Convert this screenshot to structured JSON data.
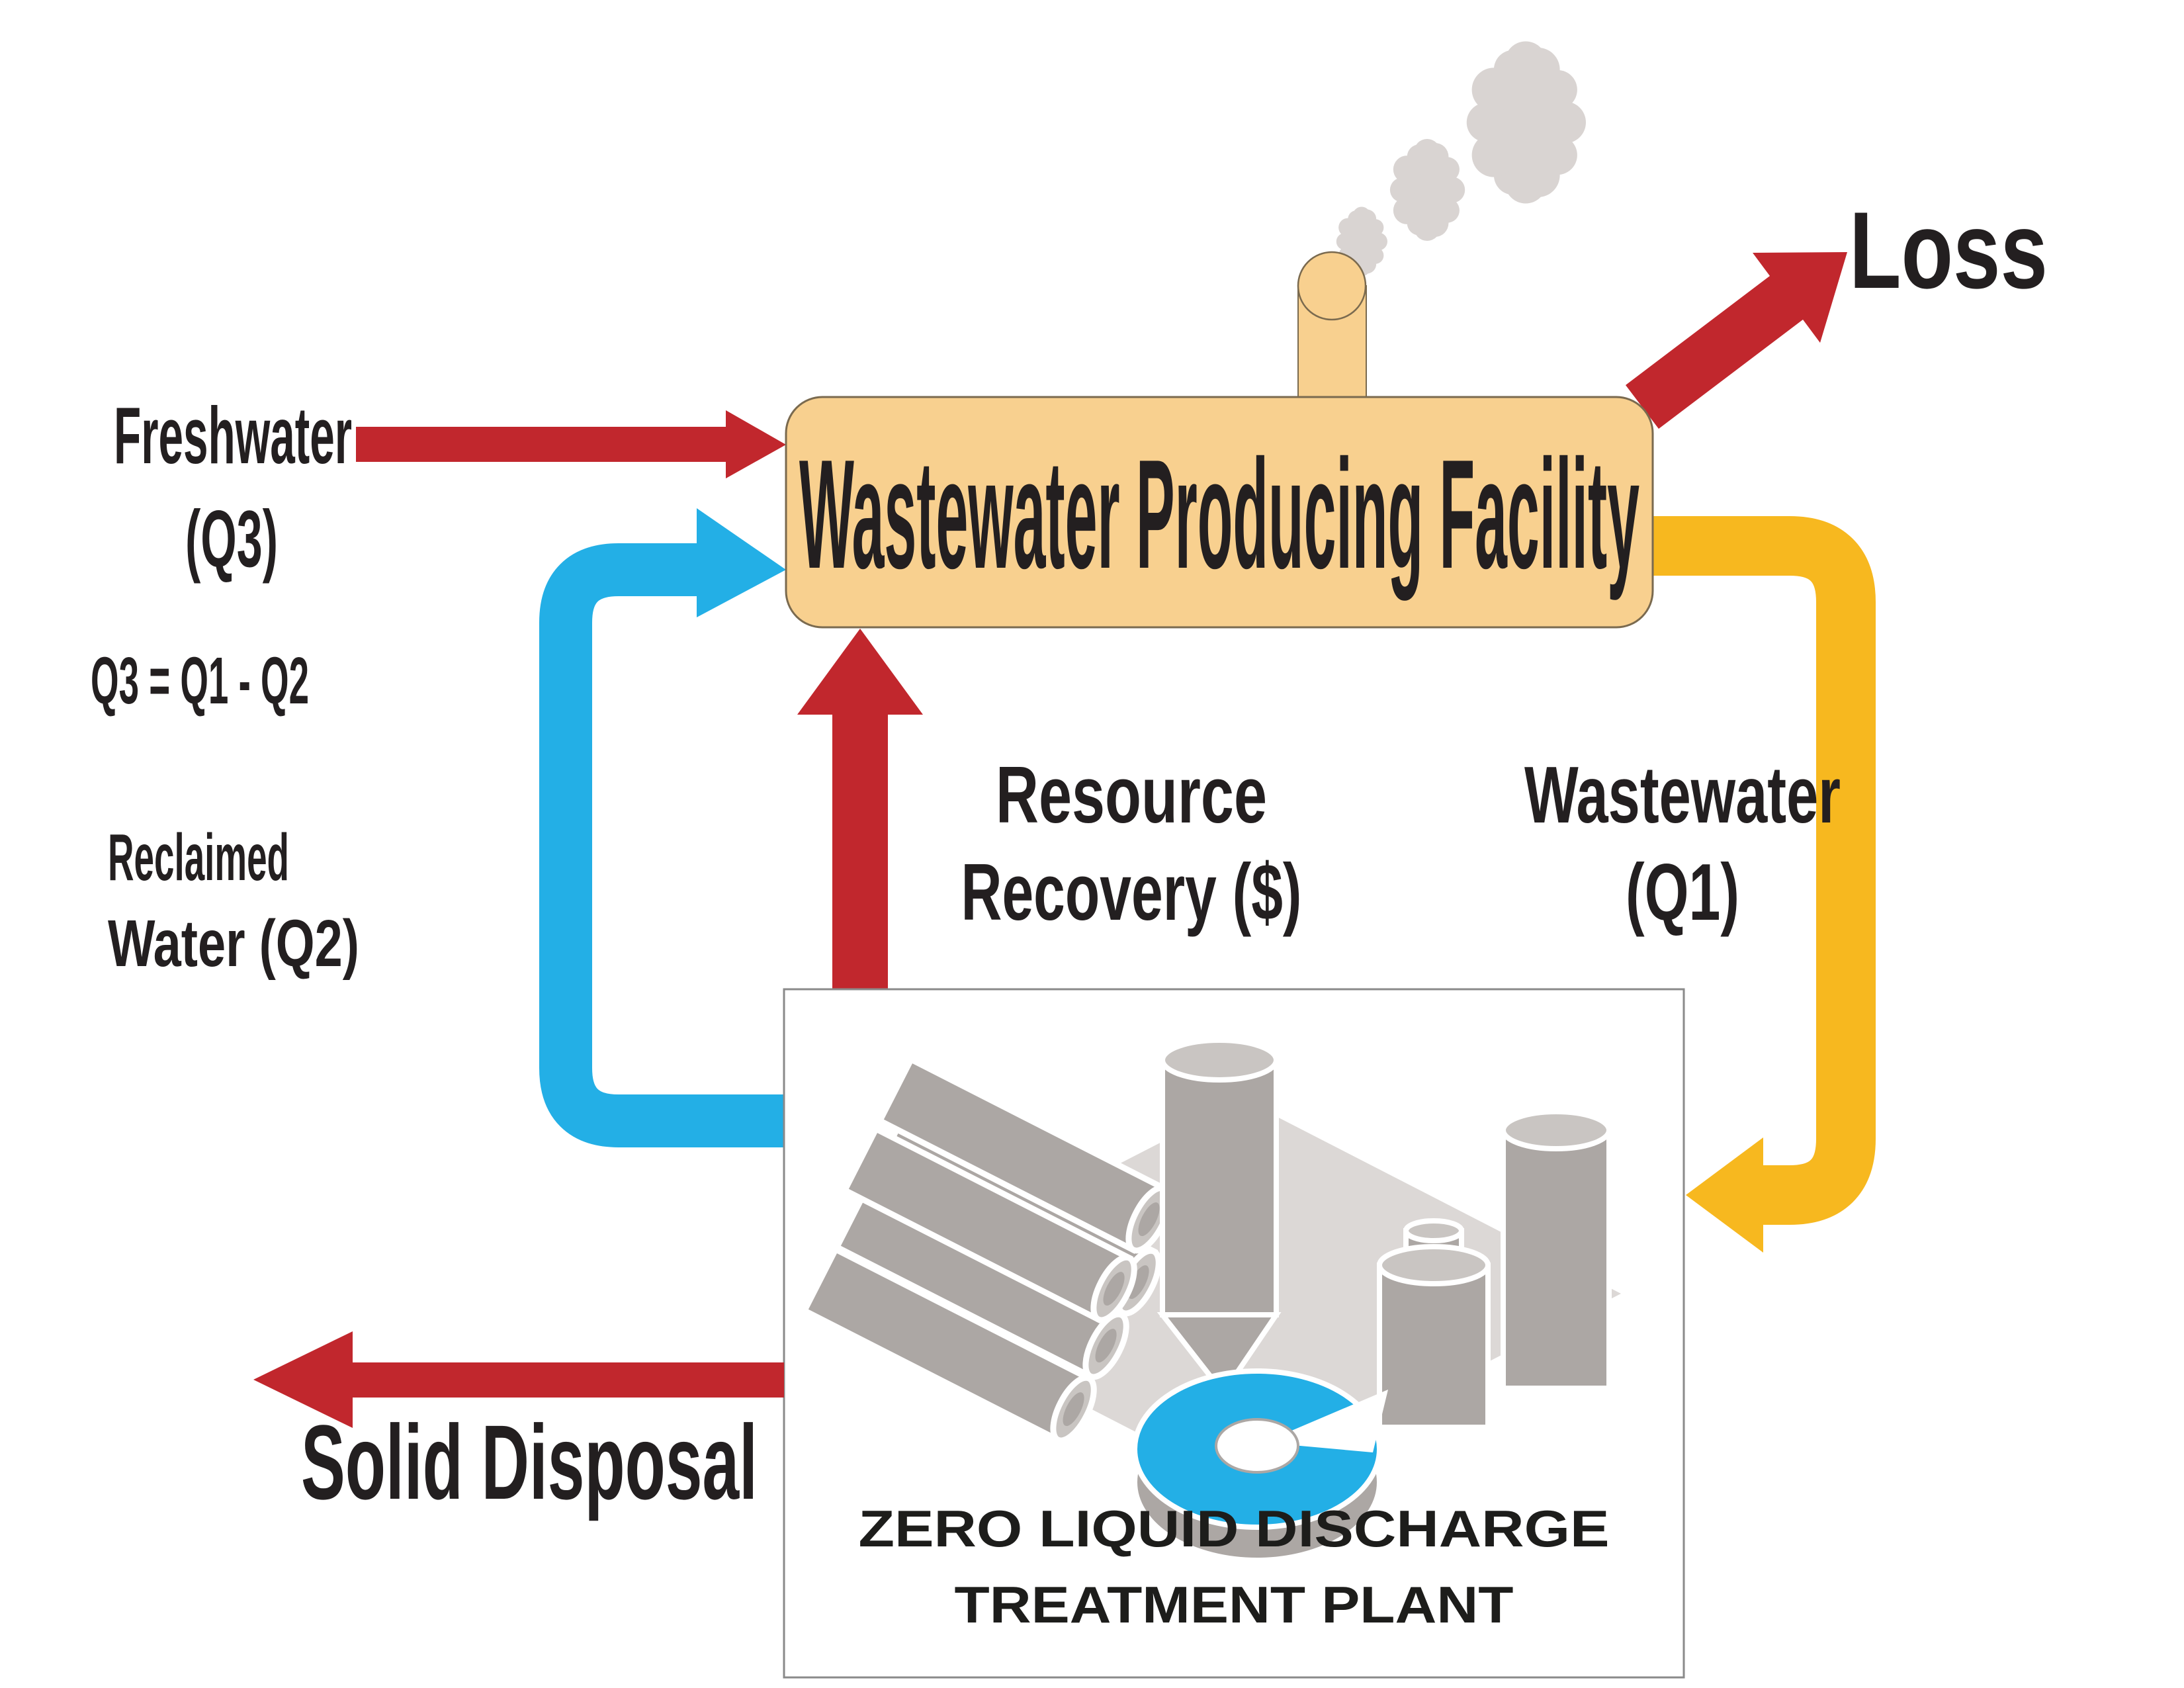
{
  "title": "Wastewater Producing Facility",
  "labels": {
    "freshwater_line1": "Freshwater",
    "freshwater_line2": "(Q3)",
    "equation": "Q3 = Q1 - Q2",
    "reclaimed_line1": "Reclaimed",
    "reclaimed_line2": "Water (Q2)",
    "resource_line1": "Resource",
    "resource_line2": "Recovery ($)",
    "wastewater_line1": "Wastewater",
    "wastewater_line2": "(Q1)",
    "loss": "Loss",
    "solid_disposal": "Solid Disposal"
  },
  "treatment_plant": {
    "caption_line1": "ZERO LIQUID DISCHARGE",
    "caption_line2": "TREATMENT PLANT"
  },
  "colors": {
    "red": "#C1272D",
    "blue": "#23AFE6",
    "yellow": "#F7B81F",
    "facility": "#F8D08F",
    "facility_border": "#7a6a4f",
    "smoke": "#D9D4D2",
    "text": "#231F20",
    "caption": "#1d1d1b",
    "plant_gray": "#ACA7A4",
    "plant_gray_light": "#C9C5C2",
    "platform": "#DCD8D6",
    "box_border": "#8a8a8a",
    "white": "#ffffff"
  }
}
